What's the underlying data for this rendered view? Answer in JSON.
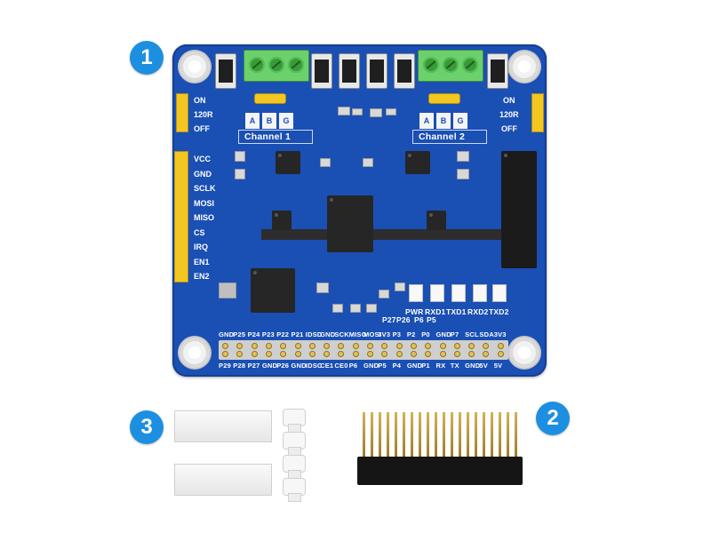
{
  "callouts": [
    "1",
    "2",
    "3"
  ],
  "board": {
    "jumper_left": [
      "ON",
      "120R",
      "OFF"
    ],
    "jumper_right": [
      "ON",
      "120R",
      "OFF"
    ],
    "side_pins": [
      "VCC",
      "GND",
      "SCLK",
      "MOSI",
      "MISO",
      "CS",
      "IRQ",
      "EN1",
      "EN2"
    ],
    "channel1": {
      "label": "Channel 1",
      "abg": [
        "A",
        "B",
        "G"
      ]
    },
    "channel2": {
      "label": "Channel 2",
      "abg": [
        "A",
        "B",
        "G"
      ]
    },
    "leds": [
      "PWR",
      "RXD1",
      "TXD1",
      "RXD2",
      "TXD2"
    ],
    "small_labels": [
      "P27",
      "P26",
      "P6",
      "P5"
    ],
    "header_top_labels": [
      "GND",
      "P25",
      "P24",
      "P23",
      "P22",
      "P21",
      "IDSD",
      "GND",
      "SCK",
      "MISO",
      "MOSI",
      "3V3",
      "P3",
      "P2",
      "P0",
      "GND",
      "P7",
      "SCL",
      "SDA",
      "3V3"
    ],
    "header_bottom_labels": [
      "P29",
      "P28",
      "P27",
      "GND",
      "P26",
      "GND",
      "IDSC",
      "CE1",
      "CE0",
      "P6",
      "GND",
      "P5",
      "P4",
      "GND",
      "P1",
      "RX",
      "TX",
      "GND",
      "5V",
      "5V"
    ]
  },
  "colors": {
    "board": "#1a4fb4",
    "callout": "#1d8fe0",
    "terminal": "#6cd16c",
    "jumper": "#f2c722"
  }
}
